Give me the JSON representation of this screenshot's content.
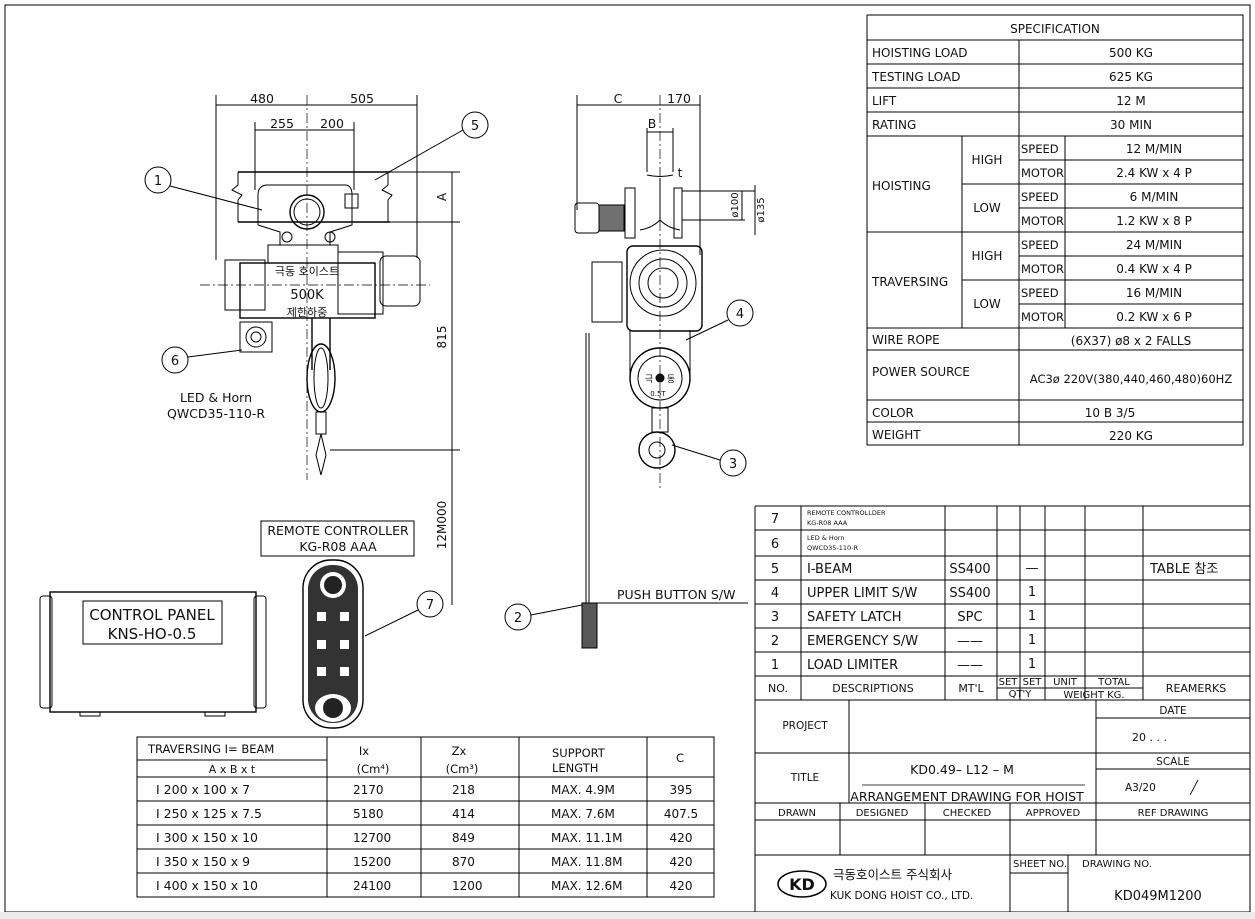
{
  "front_view": {
    "dims": {
      "left_width": "480",
      "right_width": "505",
      "left_inner": "255",
      "right_inner": "200",
      "beam_height": "A",
      "hook_height": "815",
      "lift_length": "12M000"
    },
    "nameplate": {
      "maker": "극동 호이스트",
      "capacity": "500K",
      "rated_load": "제한하중"
    },
    "horn_label": {
      "line1": "LED & Horn",
      "line2": "QWCD35-110-R"
    }
  },
  "side_view": {
    "dims": {
      "c": "C",
      "offset": "170",
      "b": "B",
      "t": "t",
      "wheel_inner": "ø100",
      "wheel_outer": "ø135"
    },
    "block_marks": {
      "left": "극",
      "right": "동",
      "capacity": "0.5T"
    },
    "push_button_label": "PUSH BUTTON S/W"
  },
  "balloons": [
    "1",
    "2",
    "3",
    "4",
    "5",
    "6",
    "7"
  ],
  "remote_controller": {
    "line1": "REMOTE CONTROLLER",
    "line2": "KG-R08 AAA"
  },
  "control_panel": {
    "line1": "CONTROL PANEL",
    "line2": "KNS-HO-0.5"
  },
  "specification": {
    "title": "SPECIFICATION",
    "hoisting_load": {
      "label": "HOISTING LOAD",
      "value": "500    KG"
    },
    "testing_load": {
      "label": "TESTING LOAD",
      "value": "625    KG"
    },
    "lift": {
      "label": "LIFT",
      "value": "12    M"
    },
    "rating": {
      "label": "RATING",
      "value": "30    MIN"
    },
    "hoisting": {
      "label": "HOISTING",
      "high": {
        "label": "HIGH",
        "speed_label": "SPEED",
        "speed": "12    M/MIN",
        "motor_label": "MOTOR",
        "motor": "2.4 KW x  4 P"
      },
      "low": {
        "label": "LOW",
        "speed_label": "SPEED",
        "speed": "6    M/MIN",
        "motor_label": "MOTOR",
        "motor": "1.2 KW x  8 P"
      }
    },
    "traversing": {
      "label": "TRAVERSING",
      "high": {
        "label": "HIGH",
        "speed_label": "SPEED",
        "speed": "24    M/MIN",
        "motor_label": "MOTOR",
        "motor": "0.4 KW x  4 P"
      },
      "low": {
        "label": "LOW",
        "speed_label": "SPEED",
        "speed": "16    M/MIN",
        "motor_label": "MOTOR",
        "motor": "0.2 KW x  6 P"
      }
    },
    "wire_rope": {
      "label": "WIRE ROPE",
      "value": "(6X37) ø8 x  2 FALLS"
    },
    "power_source": {
      "label": "POWER SOURCE",
      "value": "AC3ø 220V(380,440,460,480)60HZ"
    },
    "color": {
      "label": "COLOR",
      "value": "10 B 3/5"
    },
    "weight": {
      "label": "WEIGHT",
      "value": "220      KG"
    }
  },
  "parts_list": {
    "rows": [
      {
        "no": "7",
        "desc": "REMOTE CONTROLLDER",
        "desc2": "KG-R08 AAA",
        "mtl": "",
        "qty": "",
        "remarks": ""
      },
      {
        "no": "6",
        "desc": "LED & Horn",
        "desc2": "QWCD35-110-R",
        "mtl": "",
        "qty": "",
        "remarks": ""
      },
      {
        "no": "5",
        "desc": "I-BEAM",
        "mtl": "SS400",
        "qty": "—",
        "remarks": "TABLE 참조"
      },
      {
        "no": "4",
        "desc": "UPPER LIMIT S/W",
        "mtl": "SS400",
        "qty": "1",
        "remarks": ""
      },
      {
        "no": "3",
        "desc": "SAFETY LATCH",
        "mtl": "SPC",
        "qty": "1",
        "remarks": ""
      },
      {
        "no": "2",
        "desc": "EMERGENCY S/W",
        "mtl": "——",
        "qty": "1",
        "remarks": ""
      },
      {
        "no": "1",
        "desc": "LOAD LIMITER",
        "mtl": "——",
        "qty": "1",
        "remarks": ""
      }
    ],
    "headers": {
      "no": "NO.",
      "desc": "DESCRIPTIONS",
      "mtl": "MT'L",
      "set1": "SET",
      "set2": "SET",
      "qty": "QT'Y",
      "unit": "UNIT",
      "total": "TOTAL",
      "weight": "WEIGHT KG.",
      "remarks": "REAMERKS"
    }
  },
  "title_block": {
    "project_label": "PROJECT",
    "date_label": "DATE",
    "date_value": "20  .   .   .",
    "title_label": "TITLE",
    "title_code": "KD0.49– L12 – M",
    "title_text": "ARRANGEMENT DRAWING FOR HOIST",
    "scale_label": "SCALE",
    "scale_value": "A3/20",
    "drawn": "DRAWN",
    "designed": "DESIGNED",
    "checked": "CHECKED",
    "approved": "APPROVED",
    "ref_drawing": "REF DRAWING",
    "company_kr": "극동호이스트 주식회사",
    "company_en": "KUK DONG HOIST CO., LTD.",
    "logo_text": "KD",
    "sheet_no_label": "SHEET NO.",
    "drawing_no_label": "DRAWING NO.",
    "drawing_no": "KD049M1200"
  },
  "beam_table": {
    "headers": {
      "beam": "TRAVERSING I= BEAM",
      "beam_sub": "A x B x t",
      "ix": "Ix",
      "ix_unit": "(Cm⁴)",
      "zx": "Zx",
      "zx_unit": "(Cm³)",
      "support": "SUPPORT",
      "support2": "LENGTH",
      "c": "C"
    },
    "rows": [
      {
        "beam": "I  200 x 100 x 7",
        "ix": "2170",
        "zx": "218",
        "support": "MAX.   4.9M",
        "c": "395"
      },
      {
        "beam": "I  250 x 125 x 7.5",
        "ix": "5180",
        "zx": "414",
        "support": "MAX.   7.6M",
        "c": "407.5"
      },
      {
        "beam": "I  300 x 150 x 10",
        "ix": "12700",
        "zx": "849",
        "support": "MAX.   11.1M",
        "c": "420"
      },
      {
        "beam": "I  350 x 150 x 9",
        "ix": "15200",
        "zx": "870",
        "support": "MAX.   11.8M",
        "c": "420"
      },
      {
        "beam": "I  400 x 150 x 10",
        "ix": "24100",
        "zx": "1200",
        "support": "MAX.   12.6M",
        "c": "420"
      }
    ]
  }
}
